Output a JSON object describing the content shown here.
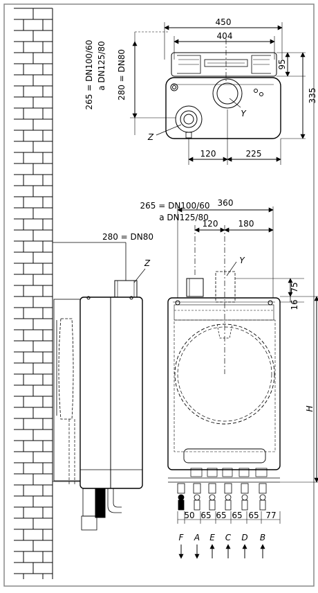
{
  "top_view": {
    "dims": {
      "width_overall": "450",
      "width_inner": "404",
      "depth_top": "95",
      "depth_total": "335",
      "bottom_left": "120",
      "bottom_right": "225"
    },
    "flue_labels": {
      "line1": "265 = DN100/60",
      "line2": "a DN125/80",
      "line3": "280 = DN80"
    },
    "letters": {
      "z": "Z",
      "y": "Y"
    }
  },
  "side_view": {
    "flue_labels": {
      "line1": "265 = DN100/60",
      "line2": "a DN125/80",
      "line3": "280 = DN80"
    },
    "letter_z": "Z"
  },
  "front_view": {
    "dims": {
      "width_overall": "360",
      "left_offset": "120",
      "right_offset": "180",
      "flue_height": "75",
      "top_gap": "16",
      "height": "H"
    },
    "letter_y": "Y",
    "connection_spacing": [
      "50",
      "65",
      "65",
      "65",
      "65",
      "77"
    ],
    "connections": [
      {
        "letter": "F",
        "dir": "down"
      },
      {
        "letter": "A",
        "dir": "down"
      },
      {
        "letter": "E",
        "dir": "up"
      },
      {
        "letter": "C",
        "dir": "up"
      },
      {
        "letter": "D",
        "dir": "up"
      },
      {
        "letter": "B",
        "dir": "up"
      }
    ]
  }
}
